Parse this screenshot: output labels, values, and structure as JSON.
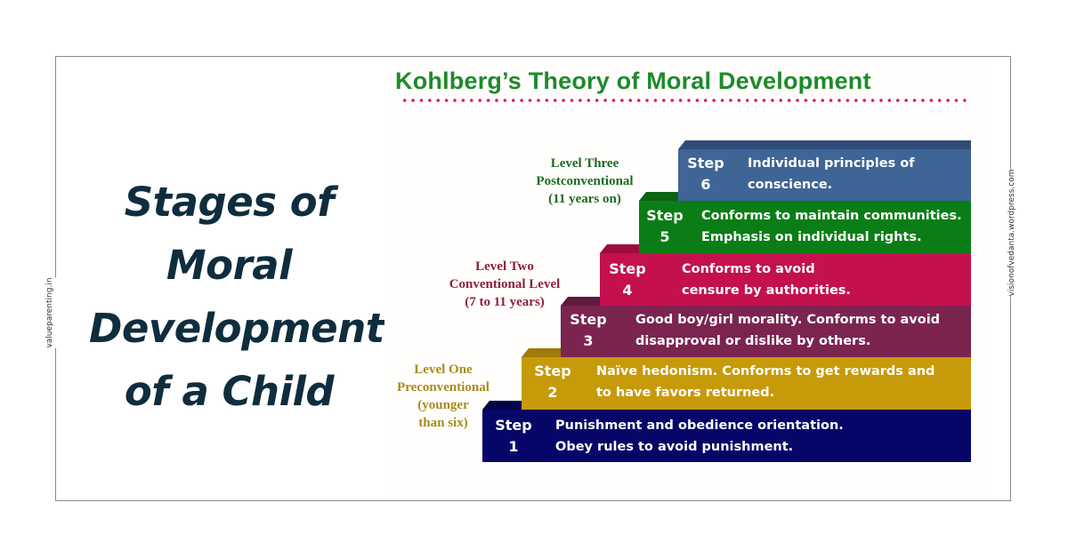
{
  "page": {
    "title_lines": [
      "Stages of",
      "Moral",
      "Development",
      "of a Child"
    ],
    "left_side_label": "valueparenting.in",
    "right_side_label": "visionofvedanta.wordpress.com"
  },
  "diagram": {
    "title": "Kohlberg’s Theory of Moral Development",
    "colors": {
      "title": "#1e8a2a",
      "dots": "#e0175f",
      "title_text_left": "#0f2d3e"
    },
    "levels": [
      {
        "id": "level-three",
        "lines": [
          "Level Three",
          "Postconventional",
          "(11 years on)"
        ],
        "color": "#1f6b22"
      },
      {
        "id": "level-two",
        "lines": [
          "Level Two",
          "Conventional Level",
          "(7 to 11 years)"
        ],
        "color": "#8e1f3c"
      },
      {
        "id": "level-one",
        "lines": [
          "Level One",
          "Preconventional",
          "(younger",
          "than six)"
        ],
        "color": "#a88a1c"
      }
    ],
    "steps": [
      {
        "step_label": "Step",
        "number": "6",
        "lines": [
          "Individual principles of",
          "conscience."
        ],
        "color": "#3f6496",
        "top_color": "#2f4d78"
      },
      {
        "step_label": "Step",
        "number": "5",
        "lines": [
          "Conforms to maintain communities.",
          "Emphasis on individual rights."
        ],
        "color": "#0b7d16",
        "top_color": "#0a6412"
      },
      {
        "step_label": "Step",
        "number": "4",
        "lines": [
          "Conforms to avoid",
          "censure by authorities."
        ],
        "color": "#c4104e",
        "top_color": "#9c0d3e"
      },
      {
        "step_label": "Step",
        "number": "3",
        "lines": [
          "Good boy/girl morality.  Conforms to avoid",
          "disapproval or dislike by others."
        ],
        "color": "#7b2450",
        "top_color": "#5e1b3d"
      },
      {
        "step_label": "Step",
        "number": "2",
        "lines": [
          "Naïve hedonism. Conforms to get rewards and",
          "to have favors returned."
        ],
        "color": "#c79a0a",
        "top_color": "#9e7a08"
      },
      {
        "step_label": "Step",
        "number": "1",
        "lines": [
          "Punishment and obedience orientation.",
          "Obey rules to avoid punishment."
        ],
        "color": "#050668",
        "top_color": "#03044a"
      }
    ]
  }
}
